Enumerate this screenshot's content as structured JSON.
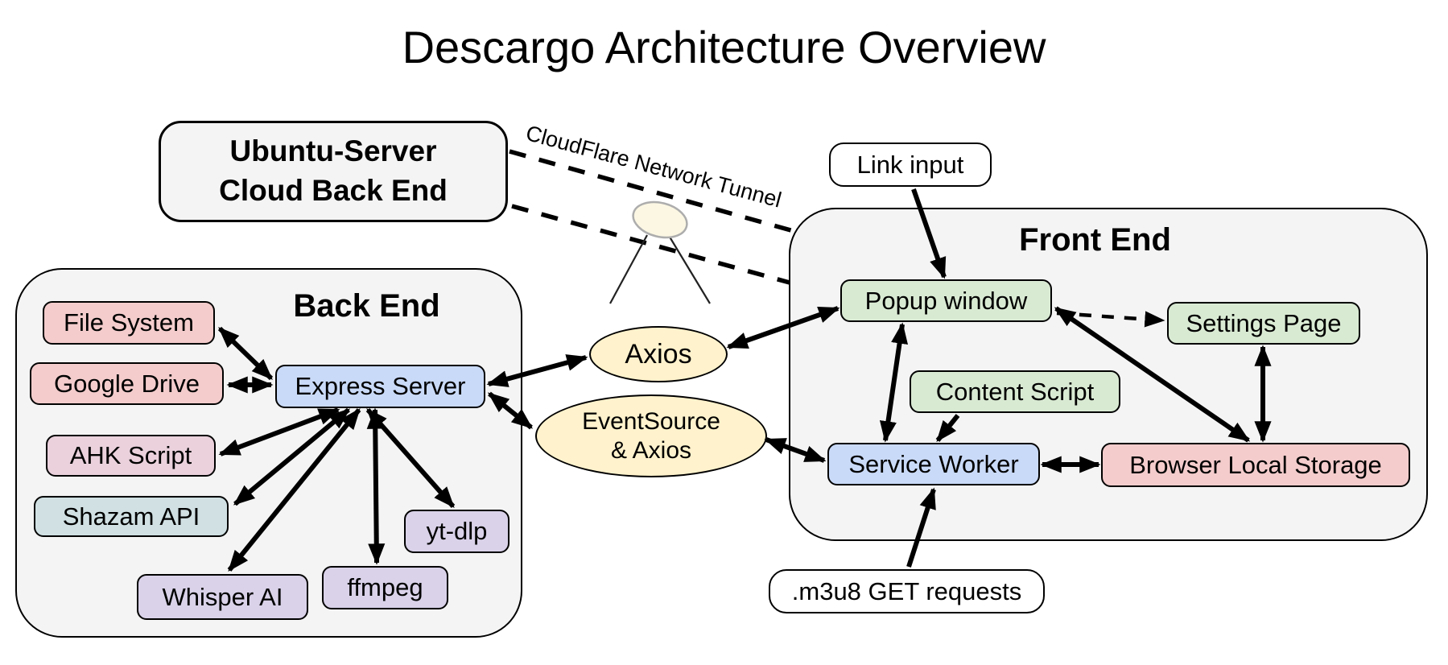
{
  "title": "Descargo Architecture Overview",
  "containers": {
    "back_end": {
      "label": "Back End"
    },
    "front_end": {
      "label": "Front End"
    }
  },
  "nodes": {
    "ubuntu_server": {
      "label_line1": "Ubuntu-Server",
      "label_line2": "Cloud Back End"
    },
    "file_system": {
      "label": "File System"
    },
    "google_drive": {
      "label": "Google Drive"
    },
    "express_server": {
      "label": "Express Server"
    },
    "ahk_script": {
      "label": "AHK Script"
    },
    "shazam_api": {
      "label": "Shazam API"
    },
    "whisper_ai": {
      "label": "Whisper AI"
    },
    "ffmpeg": {
      "label": "ffmpeg"
    },
    "yt_dlp": {
      "label": "yt-dlp"
    },
    "link_input": {
      "label": "Link input"
    },
    "popup_window": {
      "label": "Popup window"
    },
    "settings_page": {
      "label": "Settings Page"
    },
    "content_script": {
      "label": "Content Script"
    },
    "service_worker": {
      "label": "Service Worker"
    },
    "browser_local_storage": {
      "label": "Browser Local Storage"
    },
    "m3u8_requests": {
      "label": ".m3u8 GET requests"
    }
  },
  "connectors": {
    "axios": {
      "label": "Axios"
    },
    "eventsource_axios": {
      "label_line1": "EventSource",
      "label_line2": "& Axios"
    },
    "cloudflare_tunnel": {
      "label": "CloudFlare Network Tunnel"
    }
  },
  "edges": [
    {
      "from": "file_system",
      "to": "express_server",
      "style": "solid",
      "arrows": "both"
    },
    {
      "from": "google_drive",
      "to": "express_server",
      "style": "solid",
      "arrows": "both"
    },
    {
      "from": "express_server",
      "to": "ahk_script",
      "style": "solid",
      "arrows": "both"
    },
    {
      "from": "express_server",
      "to": "shazam_api",
      "style": "solid",
      "arrows": "both"
    },
    {
      "from": "express_server",
      "to": "whisper_ai",
      "style": "solid",
      "arrows": "both"
    },
    {
      "from": "express_server",
      "to": "ffmpeg",
      "style": "solid",
      "arrows": "both"
    },
    {
      "from": "express_server",
      "to": "yt_dlp",
      "style": "solid",
      "arrows": "both"
    },
    {
      "from": "express_server",
      "to": "axios",
      "style": "solid",
      "arrows": "both"
    },
    {
      "from": "axios",
      "to": "popup_window",
      "style": "solid",
      "arrows": "both"
    },
    {
      "from": "express_server",
      "to": "eventsource_axios",
      "style": "solid",
      "arrows": "both"
    },
    {
      "from": "eventsource_axios",
      "to": "service_worker",
      "style": "solid",
      "arrows": "both"
    },
    {
      "from": "link_input",
      "to": "popup_window",
      "style": "solid",
      "arrows": "end"
    },
    {
      "from": "popup_window",
      "to": "service_worker",
      "style": "solid",
      "arrows": "both"
    },
    {
      "from": "content_script",
      "to": "service_worker",
      "style": "solid",
      "arrows": "end"
    },
    {
      "from": "service_worker",
      "to": "browser_local_storage",
      "style": "solid",
      "arrows": "both"
    },
    {
      "from": "popup_window",
      "to": "browser_local_storage",
      "style": "solid",
      "arrows": "both"
    },
    {
      "from": "settings_page",
      "to": "browser_local_storage",
      "style": "solid",
      "arrows": "both"
    },
    {
      "from": "popup_window",
      "to": "settings_page",
      "style": "dashed",
      "arrows": "end"
    },
    {
      "from": "m3u8_requests",
      "to": "service_worker",
      "style": "solid",
      "arrows": "end"
    },
    {
      "from": "ubuntu_server",
      "to": "front_end",
      "style": "dashed-tunnel",
      "arrows": "none"
    },
    {
      "from": "ubuntu_server",
      "to": "front_end",
      "style": "dashed-tunnel",
      "arrows": "none"
    }
  ],
  "palette": {
    "pink": "#f4cccc",
    "blue": "#c9daf8",
    "green": "#d9ead3",
    "purple": "#d9d2e9",
    "magenta": "#ead1dc",
    "cyan": "#d0e0e3",
    "yellow": "#fff2cc",
    "container_gray": "#f4f4f4",
    "tower_cream": "#fbf7e3",
    "line_black": "#000000"
  }
}
